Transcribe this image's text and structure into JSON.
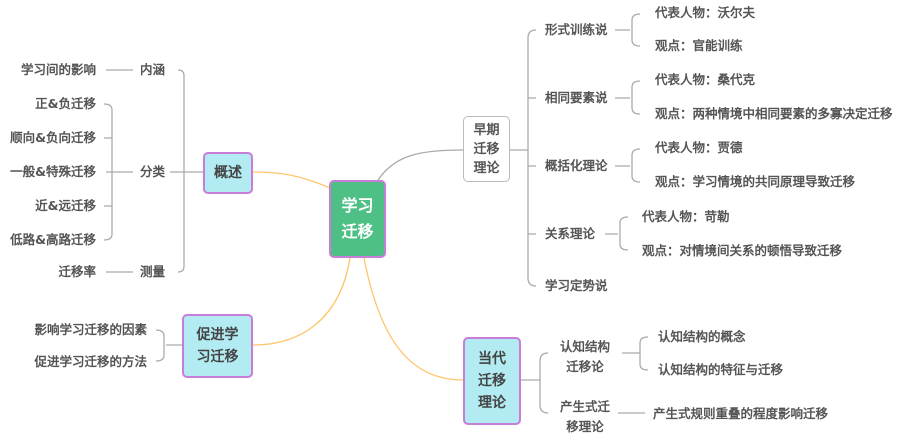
{
  "center": {
    "line1": "学习",
    "line2": "迁移"
  },
  "colors": {
    "center_fill": "#4fc085",
    "branch_fill": "#b2ebf2",
    "border": "#c87dd6",
    "main_link": "#ffc56b",
    "sub_link": "#aaaaaa"
  },
  "overview": {
    "label": "概述",
    "groups": [
      {
        "label": "内涵",
        "items": [
          "学习间的影响"
        ]
      },
      {
        "label": "分类",
        "items": [
          "正&负迁移",
          "顺向&负向迁移",
          "一般&特殊迁移",
          "近&远迁移",
          "低路&高路迁移"
        ]
      },
      {
        "label": "测量",
        "items": [
          "迁移率"
        ]
      }
    ]
  },
  "promote": {
    "line1": "促进学",
    "line2": "习迁移",
    "items": [
      "影响学习迁移的因素",
      "促进学习迁移的方法"
    ]
  },
  "early": {
    "line1": "早期",
    "line2": "迁移",
    "line3": "理论",
    "theories": [
      {
        "label": "形式训练说",
        "items": [
          "代表人物：沃尔夫",
          "观点：官能训练"
        ]
      },
      {
        "label": "相同要素说",
        "items": [
          "代表人物：桑代克",
          "观点：两种情境中相同要素的多寡决定迁移"
        ]
      },
      {
        "label": "概括化理论",
        "items": [
          "代表人物：贾德",
          "观点：学习情境的共同原理导致迁移"
        ]
      },
      {
        "label": "关系理论",
        "items": [
          "代表人物：苛勒",
          "观点：对情境间关系的顿悟导致迁移"
        ]
      },
      {
        "label": "学习定势说",
        "items": []
      }
    ]
  },
  "modern": {
    "line1": "当代",
    "line2": "迁移",
    "line3": "理论",
    "theories": [
      {
        "line1": "认知结构",
        "line2": "迁移论",
        "items": [
          "认知结构的概念",
          "认知结构的特征与迁移"
        ]
      },
      {
        "line1": "产生式迁",
        "line2": "移理论",
        "items": [
          "产生式规则重叠的程度影响迁移"
        ]
      }
    ]
  }
}
